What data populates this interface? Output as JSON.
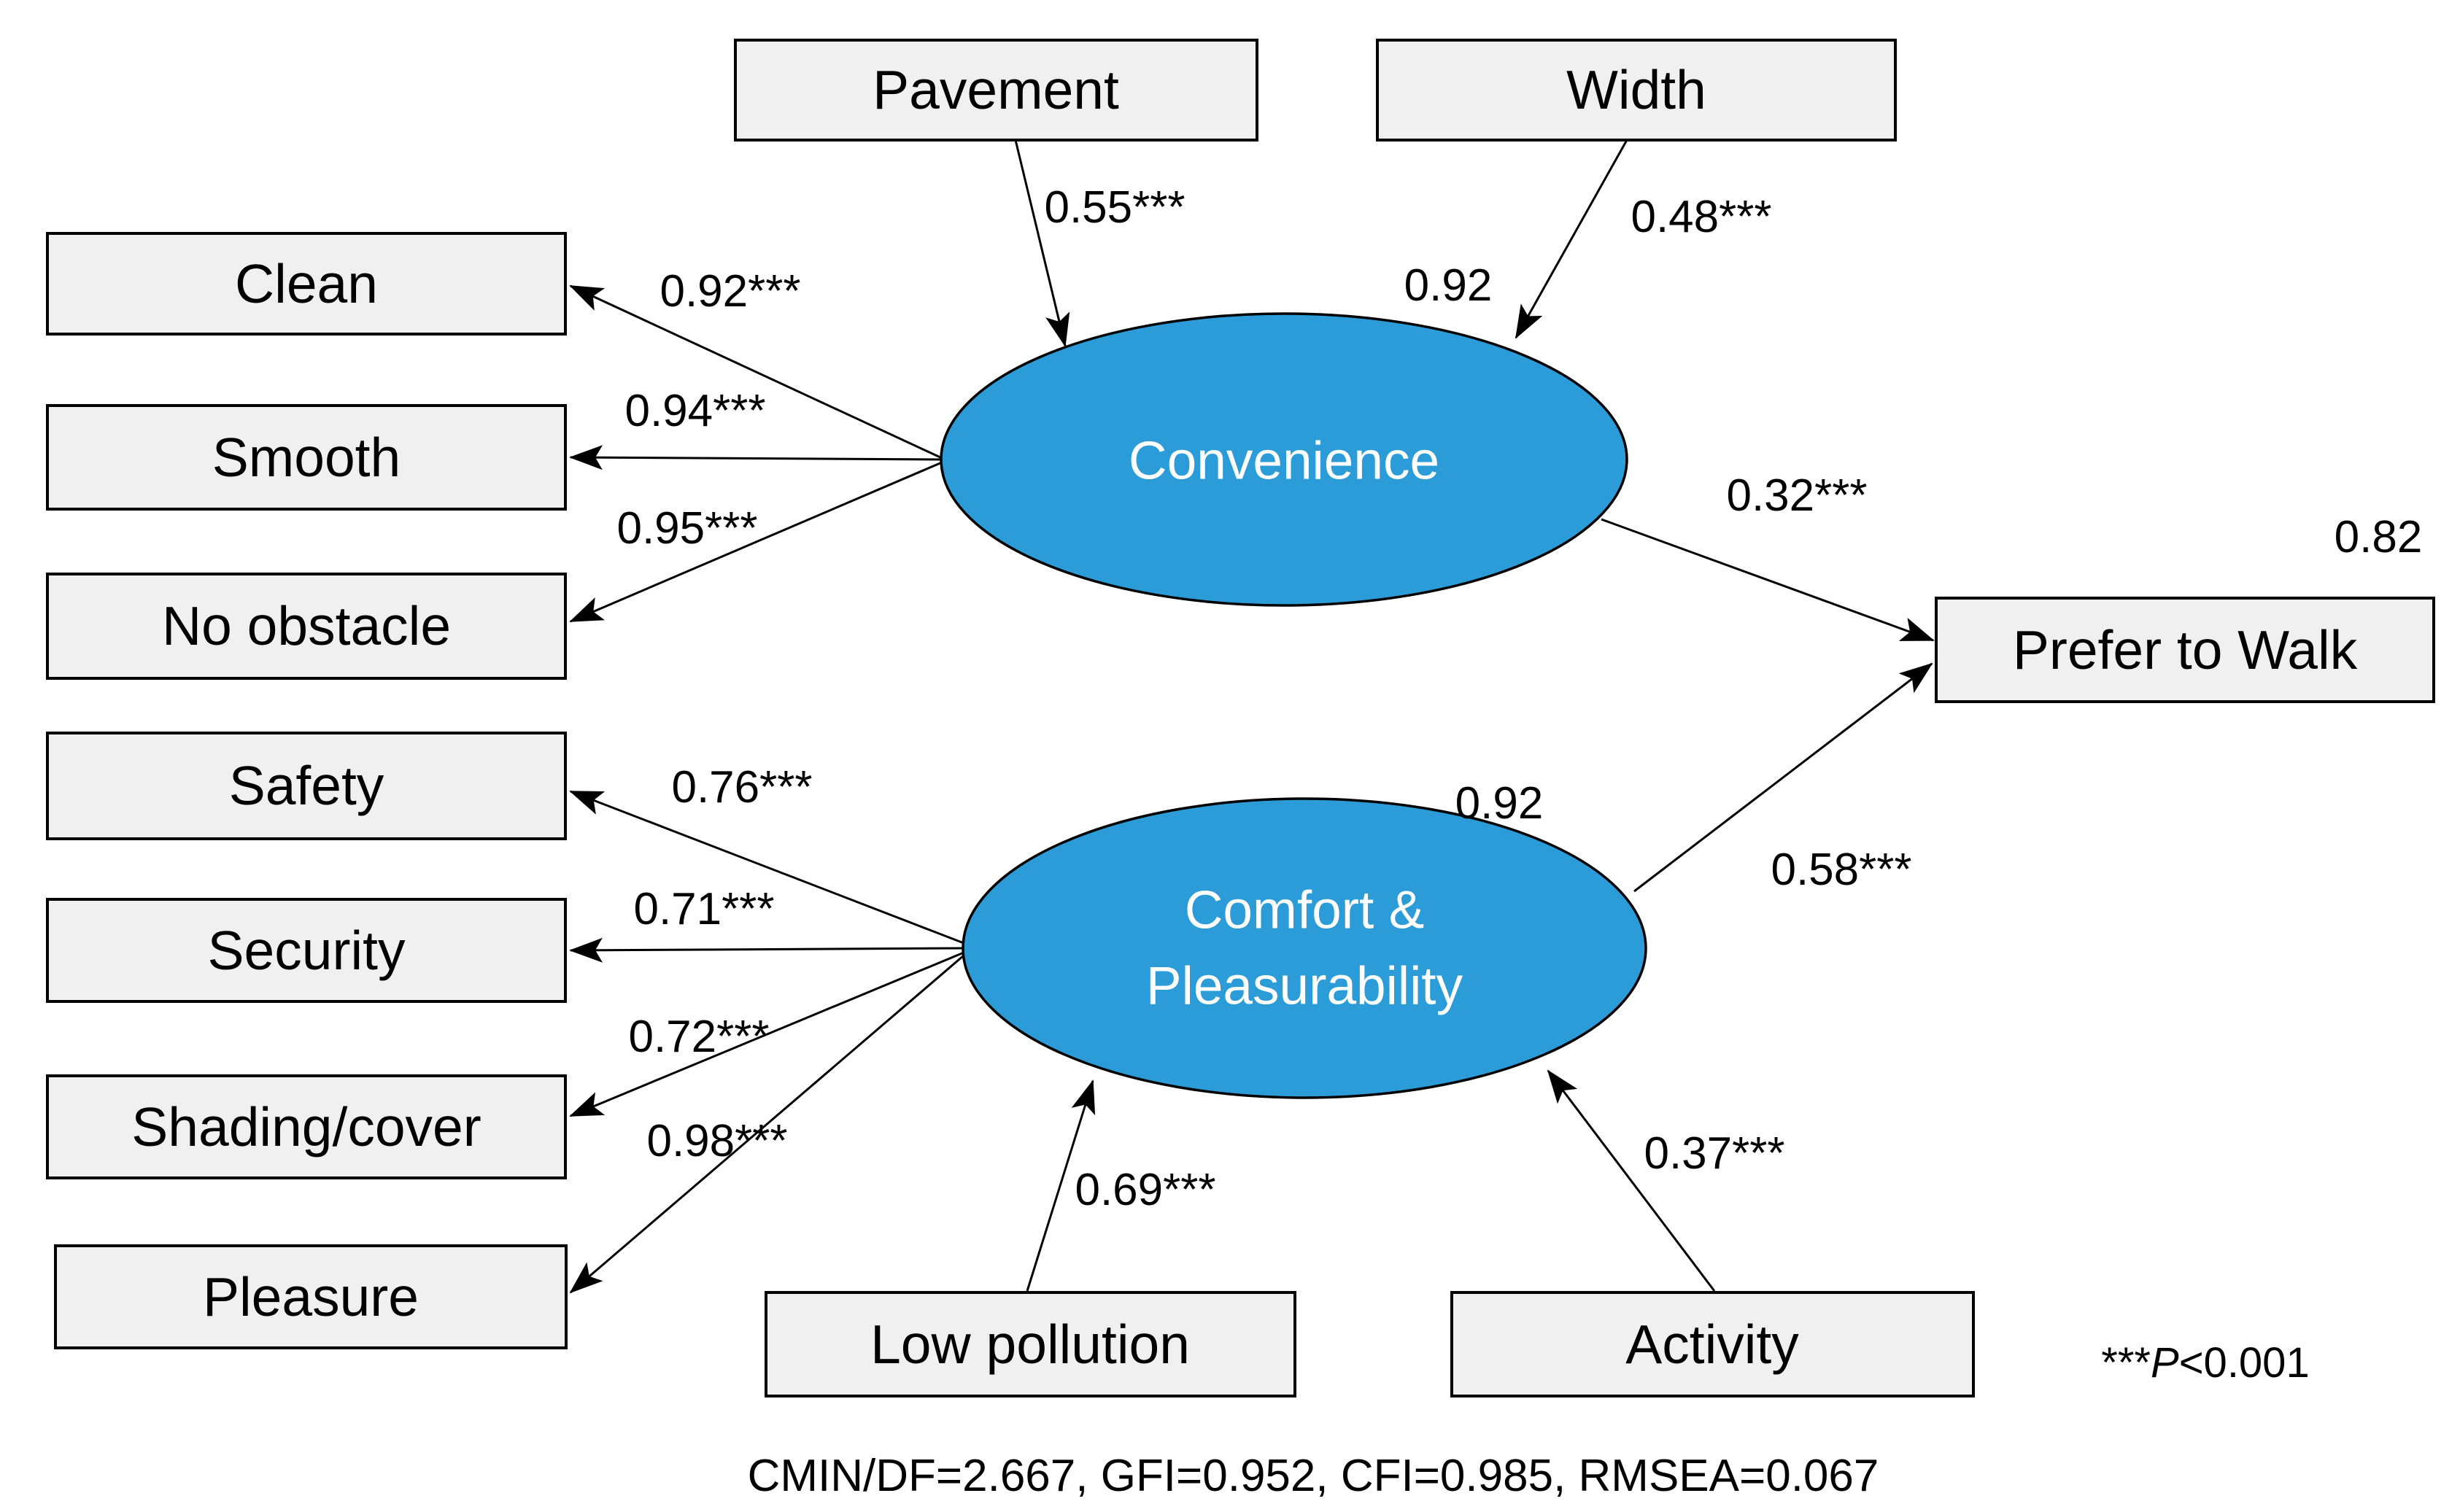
{
  "colors": {
    "latent_fill": "#2B9CD8",
    "latent_text": "#FFFFFF",
    "box_fill": "#F0F0F0"
  },
  "latents": {
    "convenience": {
      "label": "Convenience",
      "r2": "0.92"
    },
    "comfort": {
      "label_line1": "Comfort &",
      "label_line2": "Pleasurability",
      "r2": "0.92"
    }
  },
  "outcome": {
    "label": "Prefer to Walk",
    "r2": "0.82"
  },
  "indicators": {
    "pavement": {
      "label": "Pavement",
      "coef": "0.55***"
    },
    "width": {
      "label": "Width",
      "coef": "0.48***"
    },
    "clean": {
      "label": "Clean",
      "coef": "0.92***"
    },
    "smooth": {
      "label": "Smooth",
      "coef": "0.94***"
    },
    "no_obstacle": {
      "label": "No obstacle",
      "coef": "0.95***"
    },
    "safety": {
      "label": "Safety",
      "coef": "0.76***"
    },
    "security": {
      "label": "Security",
      "coef": "0.71***"
    },
    "shading": {
      "label": "Shading/cover",
      "coef": "0.72***"
    },
    "pleasure": {
      "label": "Pleasure",
      "coef": "0.98***"
    },
    "low_pollution": {
      "label": "Low pollution",
      "coef": "0.69***"
    },
    "activity": {
      "label": "Activity",
      "coef": "0.37***"
    }
  },
  "paths": {
    "convenience_to_walk": "0.32***",
    "comfort_to_walk": "0.58***"
  },
  "note": {
    "stars": "***",
    "p": "P",
    "rest": "<0.001"
  },
  "fit": "CMIN/DF=2.667, GFI=0.952, CFI=0.985, RMSEA=0.067"
}
